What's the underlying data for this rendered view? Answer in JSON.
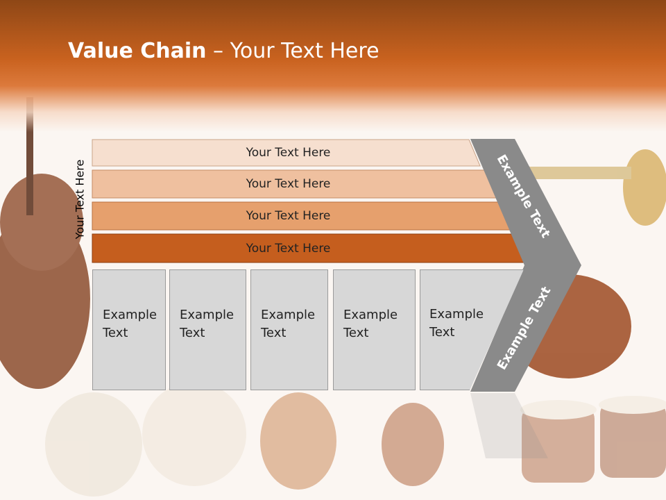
{
  "title": {
    "bold": "Value Chain",
    "rest": " – Your Text Here"
  },
  "side_label": "Your Text Here",
  "bars": [
    {
      "label": "Your Text Here",
      "color": "#f6dfcf"
    },
    {
      "label": "Your Text Here",
      "color": "#efc09f"
    },
    {
      "label": "Your Text Here",
      "color": "#e6a06d"
    },
    {
      "label": "Your Text Here",
      "color": "#c55e1e"
    }
  ],
  "boxes": [
    {
      "line1": "Example",
      "line2": "Text"
    },
    {
      "line1": "Example",
      "line2": "Text"
    },
    {
      "line1": "Example",
      "line2": "Text"
    },
    {
      "line1": "Example",
      "line2": "Text"
    },
    {
      "line1": "Example",
      "line2": "Text"
    }
  ],
  "chevron": {
    "top_text": "Example Text",
    "bottom_text": "Example Text",
    "color": "#8a8a8a"
  }
}
